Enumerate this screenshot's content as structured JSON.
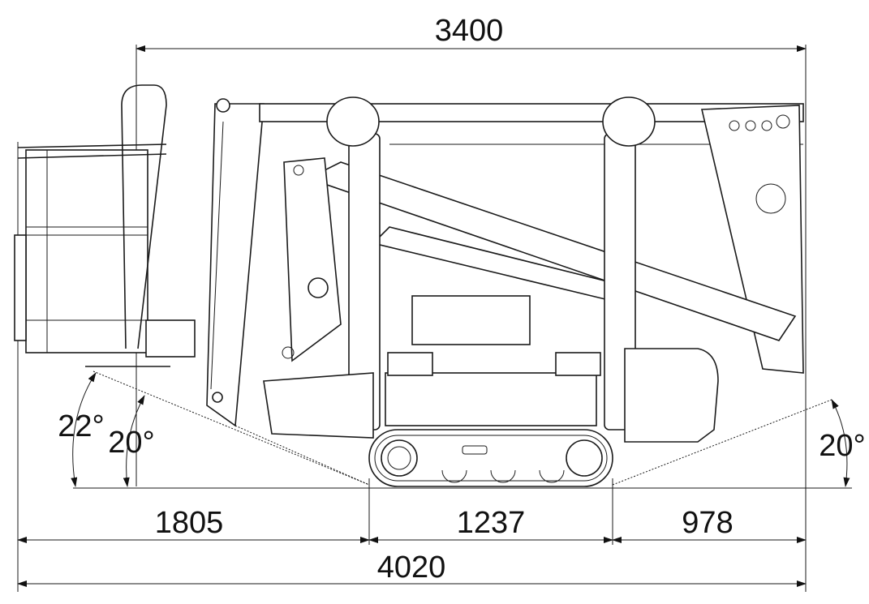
{
  "dimensions": {
    "overall_top": "3400",
    "front_overhang": "1805",
    "track_length": "1237",
    "rear_overhang": "978",
    "overall_length": "4020"
  },
  "angles": {
    "front_outer": "22°",
    "front_inner": "20°",
    "rear": "20°"
  }
}
